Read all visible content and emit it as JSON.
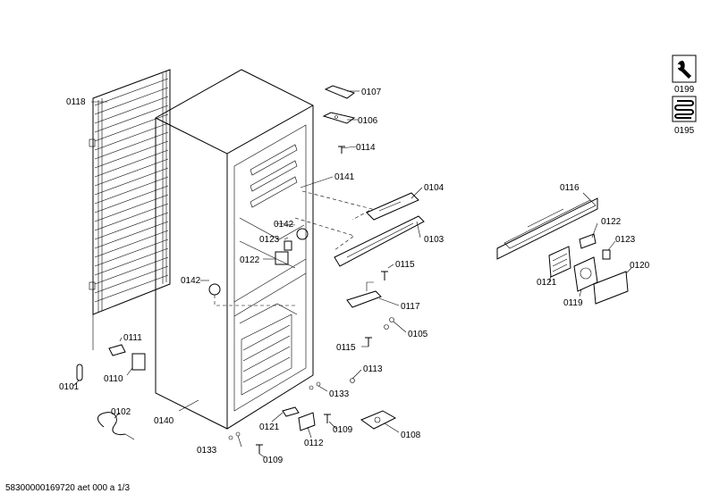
{
  "labels": {
    "p0107": "0107",
    "p0106": "0106",
    "p0114": "0114",
    "p0118": "0118",
    "p0141": "0141",
    "p0104": "0104",
    "p0142a": "0142",
    "p0123a": "0123",
    "p0103": "0103",
    "p0122a": "0122",
    "p0115a": "0115",
    "p0142b": "0142",
    "p0117": "0117",
    "p0105": "0105",
    "p0115b": "0115",
    "p0111": "0111",
    "p0110": "0110",
    "p0101": "0101",
    "p0113": "0113",
    "p0133a": "0133",
    "p0102": "0102",
    "p0140": "0140",
    "p0121a": "0121",
    "p0109a": "0109",
    "p0112": "0112",
    "p0108": "0108",
    "p0133b": "0133",
    "p0109b": "0109",
    "p0116": "0116",
    "p0122b": "0122",
    "p0123b": "0123",
    "p0120": "0120",
    "p0121b": "0121",
    "p0119": "0119",
    "p0199": "0199",
    "p0195": "0195"
  },
  "icons": {
    "service": "wrench-service-icon",
    "cooling": "cooling-coil-icon"
  },
  "footer": "58300000169720 aet 000 a 1/3"
}
